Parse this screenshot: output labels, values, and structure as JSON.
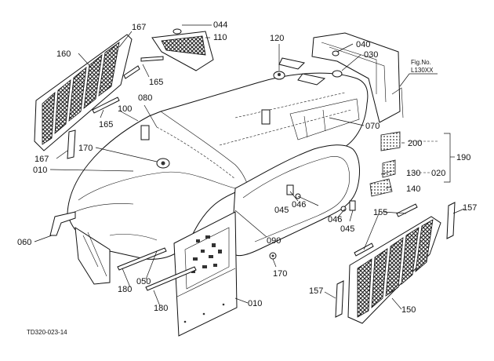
{
  "figure": {
    "fig_no_label": "Fig.No.",
    "fig_no_value": "L130XX",
    "drawing_code": "TD320-023-14"
  },
  "callouts": [
    {
      "id": "044",
      "text": "044"
    },
    {
      "id": "110",
      "text": "110"
    },
    {
      "id": "167a",
      "text": "167"
    },
    {
      "id": "160",
      "text": "160"
    },
    {
      "id": "165a",
      "text": "165"
    },
    {
      "id": "100",
      "text": "100"
    },
    {
      "id": "080",
      "text": "080"
    },
    {
      "id": "165b",
      "text": "165"
    },
    {
      "id": "170a",
      "text": "170"
    },
    {
      "id": "167b",
      "text": "167"
    },
    {
      "id": "010a",
      "text": "010"
    },
    {
      "id": "120",
      "text": "120"
    },
    {
      "id": "040",
      "text": "040"
    },
    {
      "id": "030",
      "text": "030"
    },
    {
      "id": "070",
      "text": "070"
    },
    {
      "id": "200",
      "text": "200"
    },
    {
      "id": "190",
      "text": "190"
    },
    {
      "id": "130",
      "text": "130"
    },
    {
      "id": "020",
      "text": "020"
    },
    {
      "id": "140",
      "text": "140"
    },
    {
      "id": "045a",
      "text": "045"
    },
    {
      "id": "046a",
      "text": "046"
    },
    {
      "id": "046b",
      "text": "046"
    },
    {
      "id": "045b",
      "text": "045"
    },
    {
      "id": "155",
      "text": "155"
    },
    {
      "id": "157a",
      "text": "157"
    },
    {
      "id": "060",
      "text": "060"
    },
    {
      "id": "090",
      "text": "090"
    },
    {
      "id": "170b",
      "text": "170"
    },
    {
      "id": "050",
      "text": "050"
    },
    {
      "id": "180a",
      "text": "180"
    },
    {
      "id": "180b",
      "text": "180"
    },
    {
      "id": "010b",
      "text": "010"
    },
    {
      "id": "157b",
      "text": "157"
    },
    {
      "id": "150",
      "text": "150"
    }
  ]
}
